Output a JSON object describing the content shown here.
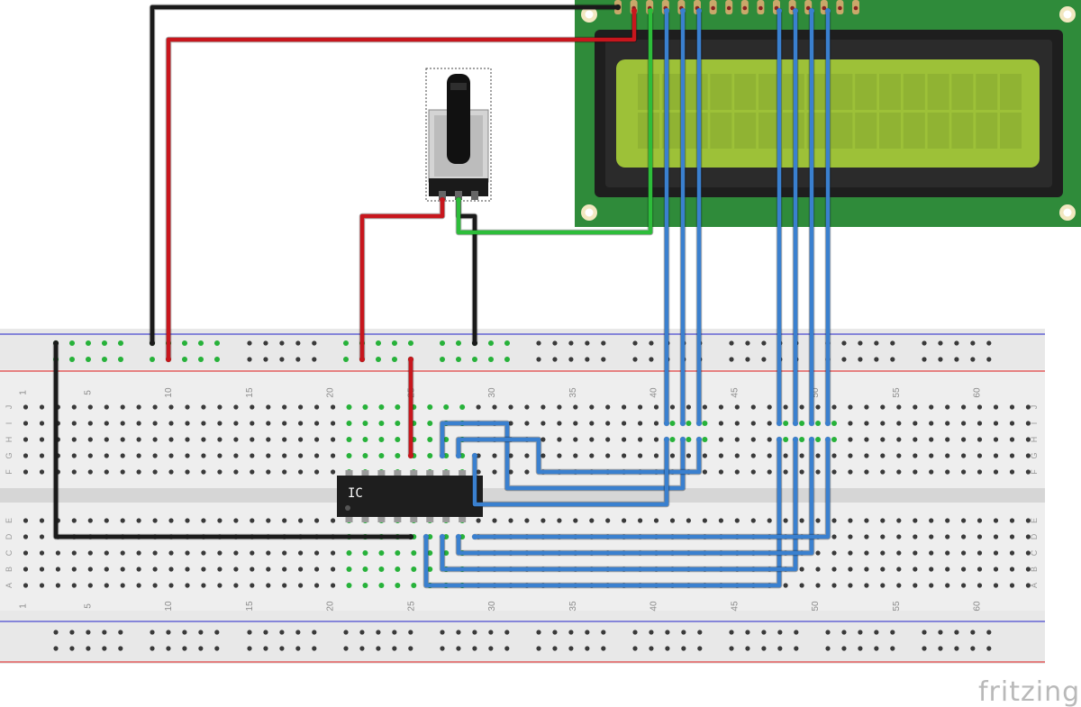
{
  "brand": "fritzing",
  "ic_label": "IC",
  "column_numbers": [
    "1",
    "5",
    "10",
    "15",
    "20",
    "25",
    "30",
    "35",
    "40",
    "45",
    "50",
    "55",
    "60"
  ],
  "row_letters_top": [
    "J",
    "I",
    "H",
    "G",
    "F"
  ],
  "row_letters_bottom": [
    "E",
    "D",
    "C",
    "B",
    "A"
  ],
  "colors": {
    "black_wire": "#1a1a1a",
    "red_wire": "#c8161d",
    "green_wire": "#2dbd3a",
    "blue_wire": "#3a80cf",
    "lcd_board": "#2f8b3a",
    "lcd_screen": "#9dc138",
    "rail_red": "#e04040",
    "rail_blue": "#4a4ad0"
  }
}
